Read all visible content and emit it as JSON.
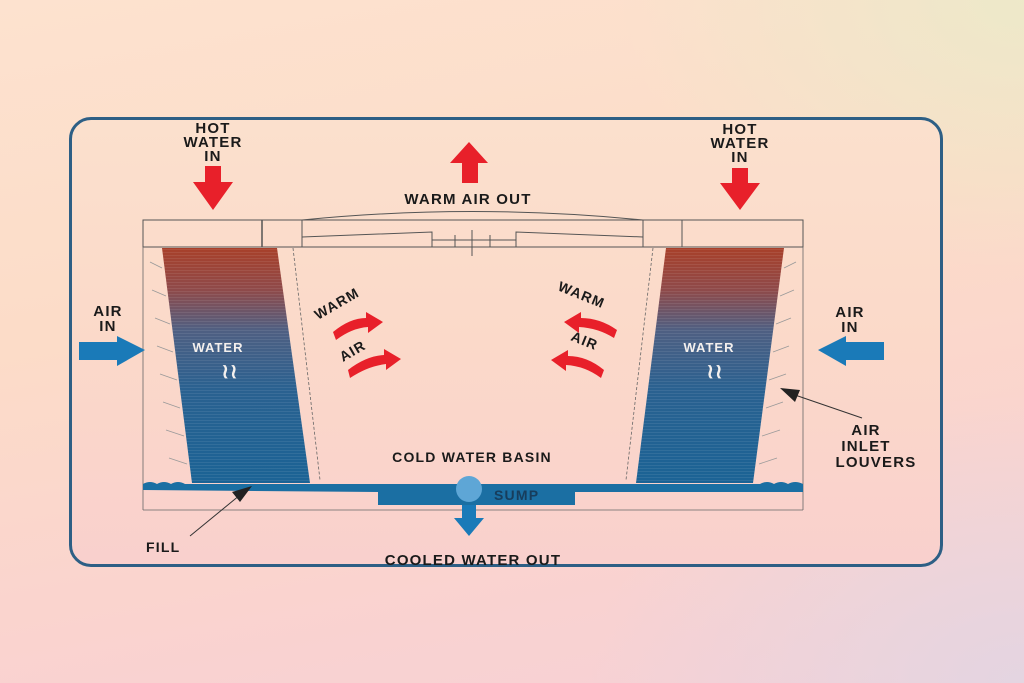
{
  "diagram": {
    "type": "cooling-tower-crossflow",
    "labels": {
      "hot_water_in_left": [
        "HOT",
        "WATER",
        "IN"
      ],
      "hot_water_in_right": [
        "HOT",
        "WATER",
        "IN"
      ],
      "warm_air_out": "WARM AIR OUT",
      "air_in_left": [
        "AIR",
        "IN"
      ],
      "air_in_right": [
        "AIR",
        "IN"
      ],
      "water_left": "WATER",
      "water_right": "WATER",
      "warm_air_left": {
        "warm": "WARM",
        "air": "AIR"
      },
      "warm_air_right": {
        "warm": "WARM",
        "air": "AIR"
      },
      "cold_water_basin": "COLD WATER BASIN",
      "sump": "SUMP",
      "fill": "FILL",
      "air_inlet_louvers": [
        "AIR",
        "INLET",
        "LOUVERS"
      ],
      "cooled_water_out": "COOLED WATER OUT"
    },
    "colors": {
      "frame_border": "#2d5f85",
      "hot_arrow": "#e8202a",
      "air_arrow": "#1a7ab8",
      "fill_top": "#a84226",
      "fill_bottom": "#1f5f8c",
      "basin_water": "#1b6fa3",
      "sump_ball": "#5ea6d6"
    }
  }
}
